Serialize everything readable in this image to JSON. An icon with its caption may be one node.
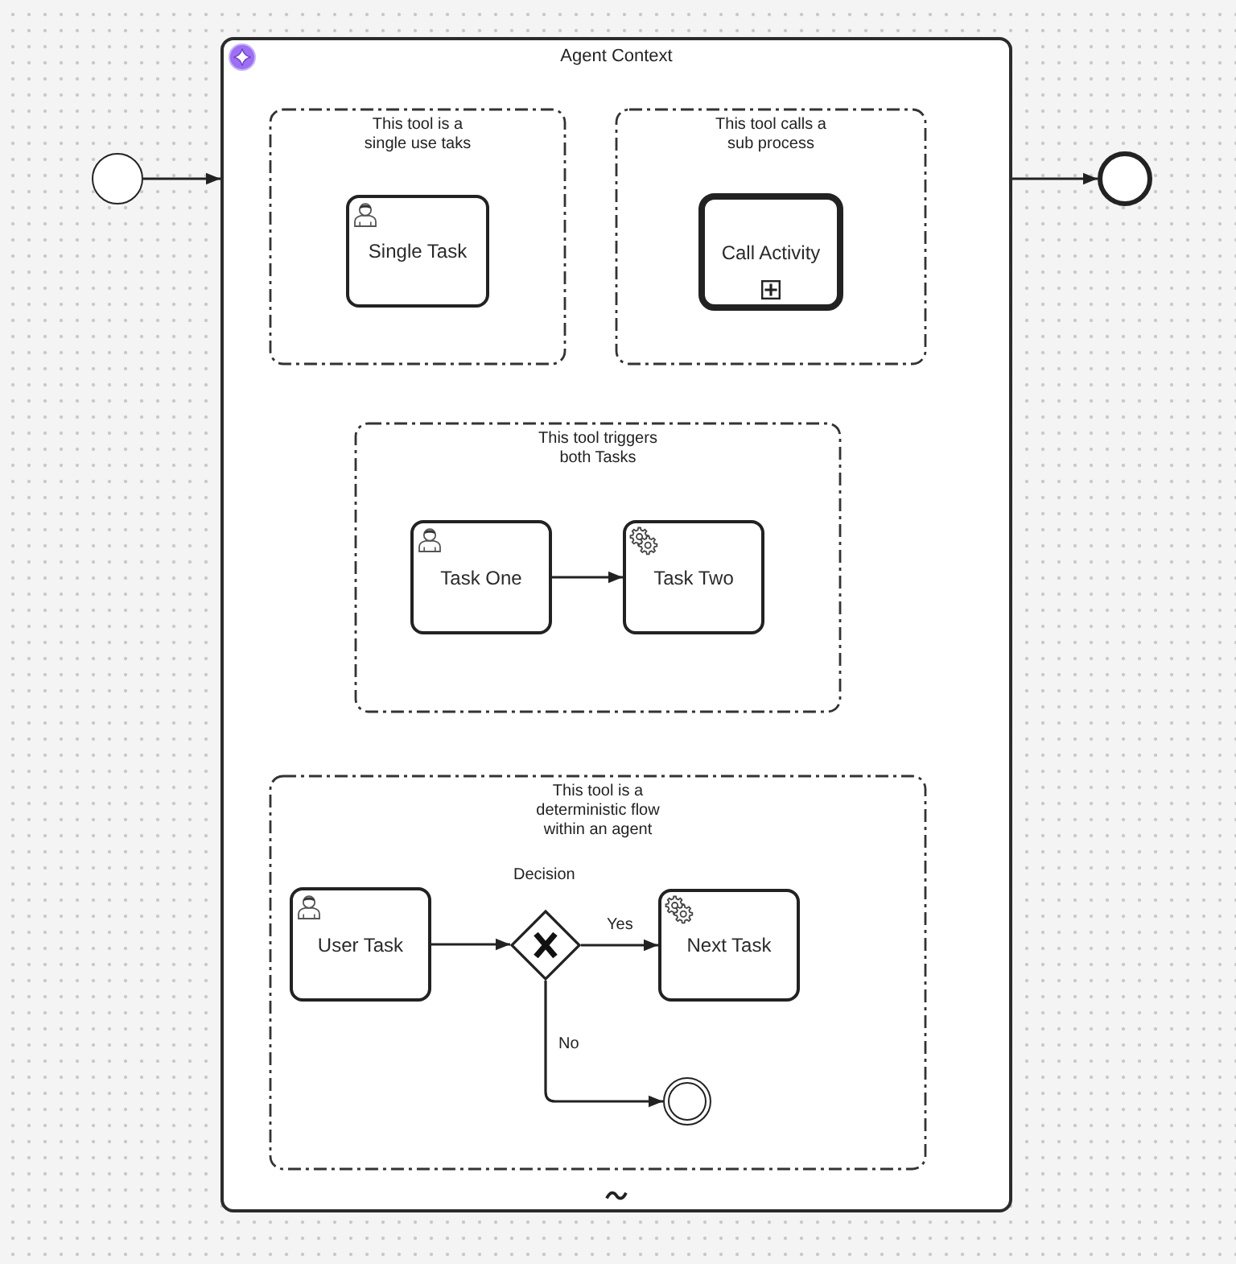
{
  "diagram": {
    "nodes": [
      {
        "text": [],
        "shape": "circle"
      },
      {
        "text": [
          "Agent Context"
        ]
      },
      {
        "text": [
          "This tool is a single use taks"
        ],
        "in": 1
      },
      {
        "text": [
          "Single Task"
        ],
        "in": 2
      },
      {
        "text": [
          "This tool calls a sub process"
        ],
        "in": 1
      },
      {
        "text": [
          "Call Activity"
        ],
        "in": 4
      },
      {
        "text": [
          "This tool triggers both Tasks"
        ],
        "in": 1
      },
      {
        "text": [
          "Task One"
        ],
        "in": 6
      },
      {
        "text": [
          "Task Two"
        ],
        "in": 6
      },
      {
        "text": [
          "This tool is a deterministic flow within an agent"
        ],
        "in": 1
      },
      {
        "text": [
          "User Task"
        ],
        "in": 9
      },
      {
        "text": [],
        "shape": "diamond",
        "in": 9,
        "beside": [
          "Decision"
        ]
      },
      {
        "text": [
          "Next Task"
        ],
        "in": 9
      },
      {
        "text": [],
        "shape": "circle",
        "in": 9
      },
      {
        "text": [],
        "shape": "circle"
      }
    ],
    "edges": [
      {
        "from": 0,
        "to": 1,
        "arrow": "to"
      },
      {
        "from": 1,
        "to": 14,
        "arrow": "to"
      },
      {
        "from": 7,
        "to": 8,
        "arrow": "to"
      },
      {
        "from": 10,
        "to": 11,
        "arrow": "to"
      },
      {
        "from": 11,
        "to": 12,
        "arrow": "to",
        "label": "Yes"
      },
      {
        "from": 11,
        "to": 13,
        "arrow": "to",
        "label": "No"
      }
    ]
  }
}
